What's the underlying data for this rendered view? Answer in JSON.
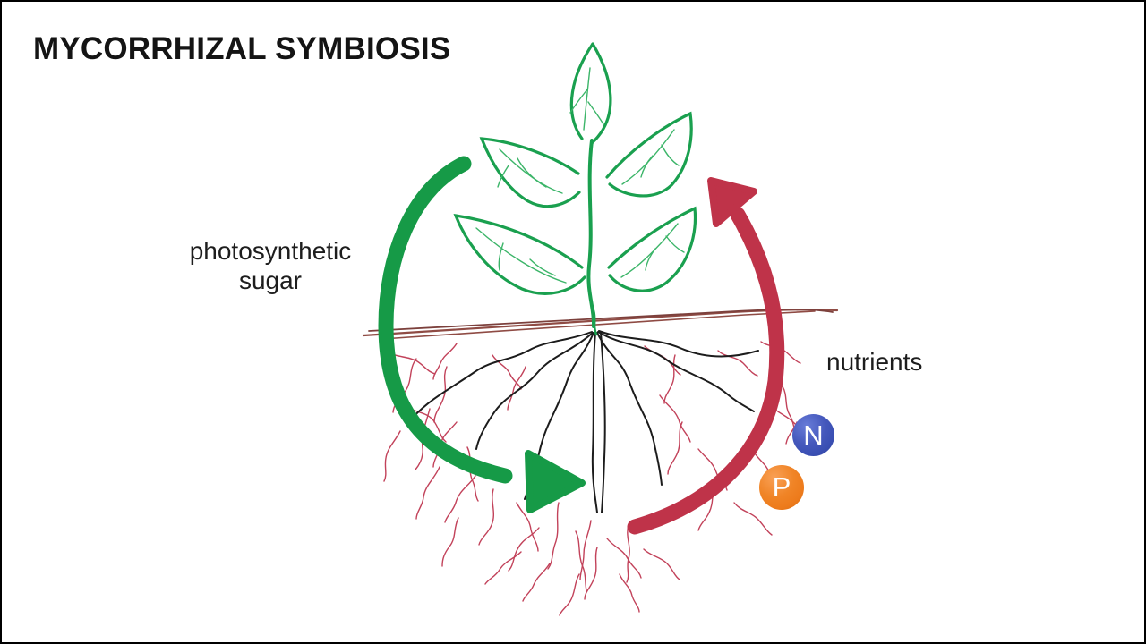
{
  "title": "MYCORRHIZAL SYMBIOSIS",
  "flows": {
    "sugar": {
      "label_line1": "photosynthetic",
      "label_line2": "sugar",
      "arrow_color": "#169a47"
    },
    "nutrients": {
      "label": "nutrients",
      "arrow_color": "#bf3349"
    }
  },
  "nutrient_badges": [
    {
      "letter": "N",
      "name": "nitrogen",
      "color": "#3b51b5"
    },
    {
      "letter": "P",
      "name": "phosphorus",
      "color": "#ee7b1f"
    }
  ],
  "illustration_colors": {
    "plant_green": "#1aa04f",
    "root_black": "#1c1c1c",
    "hyphae_red": "#c2425a",
    "soil_brown": "#8f4b44"
  }
}
